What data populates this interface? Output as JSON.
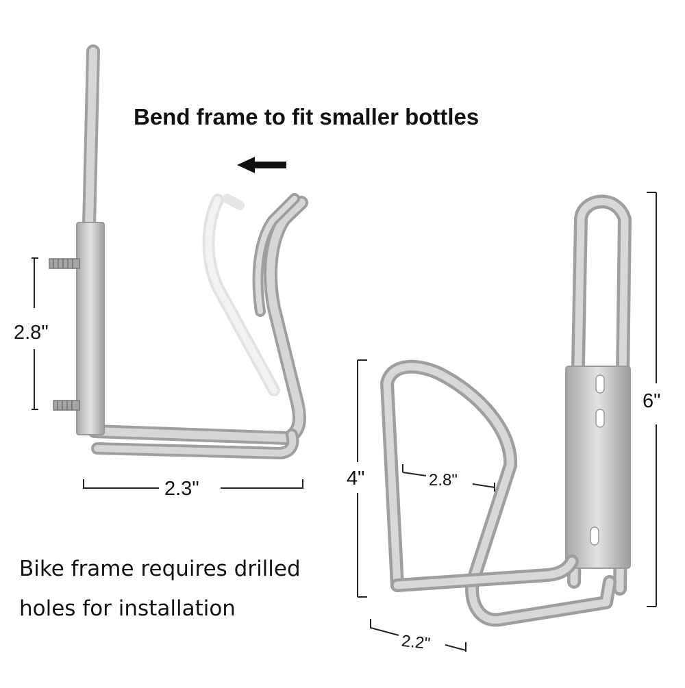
{
  "heading": "Bend frame to fit smaller bottles",
  "note": {
    "line1": "Bike frame requires drilled",
    "line2": "holes for installation"
  },
  "dimensions": {
    "bolt_spacing": "2.8\"",
    "side_depth": "2.3\"",
    "cage_height": "4\"",
    "cage_width": "2.8\"",
    "cage_base": "2.2\"",
    "overall_height": "6\""
  },
  "colors": {
    "metal": "#c9c9c9",
    "metal_edge": "#9a9a9a",
    "ink": "#111111"
  }
}
